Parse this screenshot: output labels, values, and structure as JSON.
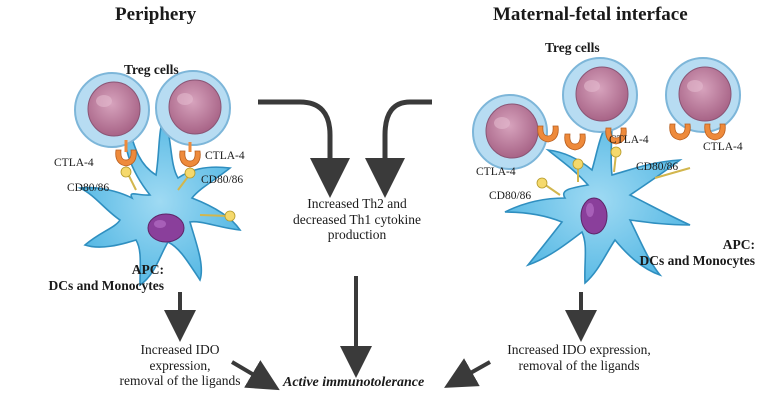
{
  "periphery": {
    "title": "Periphery",
    "treg": "Treg cells",
    "ctla_left": "CTLA-4",
    "ctla_right": "CTLA-4",
    "cd_left": "CD80/86",
    "cd_right": "CD80/86",
    "apc_line1": "APC:",
    "apc_line2": "DCs and Monocytes",
    "outcome_line1": "Increased IDO",
    "outcome_line2": "expression,",
    "outcome_line3": "removal of the ligands"
  },
  "interface": {
    "title": "Maternal-fetal interface",
    "treg": "Treg cells",
    "ctla_a": "CTLA-4",
    "ctla_b": "CTLA-4",
    "ctla_c": "CTLA-4",
    "cd_a": "CD80/86",
    "cd_b": "CD80/86",
    "apc_line1": "APC:",
    "apc_line2": "DCs and Monocytes",
    "outcome_line1": "Increased IDO expression,",
    "outcome_line2": "removal of the ligands"
  },
  "center": {
    "line1": "Increased Th2 and",
    "line2": "decreased Th1 cytokine",
    "line3": "production"
  },
  "result": "Active immunotolerance",
  "colors": {
    "treg_outer": "#a8d4ef",
    "treg_nucleus": "#c48aa6",
    "receptor": "#ee8a3b",
    "ligand": "#f2d36a",
    "apc_body": "#6fc6ea",
    "apc_nucleus": "#8a3f9b",
    "arrow": "#3a3a3a"
  }
}
